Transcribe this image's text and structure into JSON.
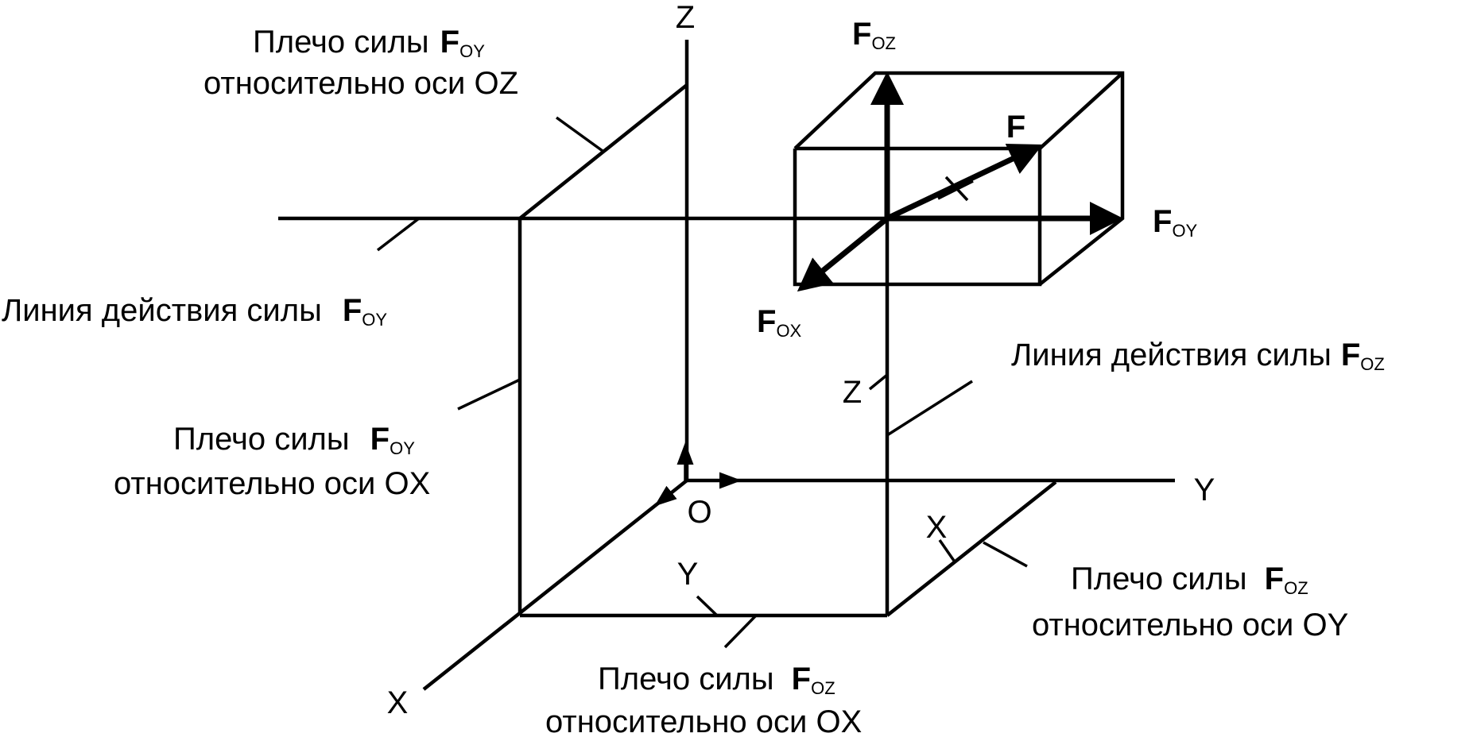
{
  "axes": {
    "z": "Z",
    "y": "Y",
    "x": "X",
    "origin": "O"
  },
  "markers": {
    "z_small": "Z",
    "x_small": "X",
    "y_small": "Y"
  },
  "forces": {
    "f": "F",
    "foz_main": "F",
    "foz_sub": "OZ",
    "foy_main": "F",
    "foy_sub": "OY",
    "fox_main": "F",
    "fox_sub": "OX"
  },
  "labels": {
    "arm_foy_oz_line1": "Плечо силы",
    "arm_foy_oz_f": "F",
    "arm_foy_oz_sub": "OY",
    "arm_foy_oz_line2": "относительно оси OZ",
    "action_foy": "Линия действия силы",
    "action_foy_f": "F",
    "action_foy_sub": "OY",
    "arm_foy_ox_line1": "Плечо силы",
    "arm_foy_ox_f": "F",
    "arm_foy_ox_sub": "OY",
    "arm_foy_ox_line2": "относительно оси OX",
    "action_foz": "Линия действия силы",
    "action_foz_f": "F",
    "action_foz_sub": "OZ",
    "arm_foz_oy_line1": "Плечо силы",
    "arm_foz_oy_f": "F",
    "arm_foz_oy_sub": "OZ",
    "arm_foz_oy_line2": "относительно оси OY",
    "arm_foz_ox_line1": "Плечо силы",
    "arm_foz_ox_f": "F",
    "arm_foz_ox_sub": "OZ",
    "arm_foz_ox_line2": "относительно оси OX"
  }
}
